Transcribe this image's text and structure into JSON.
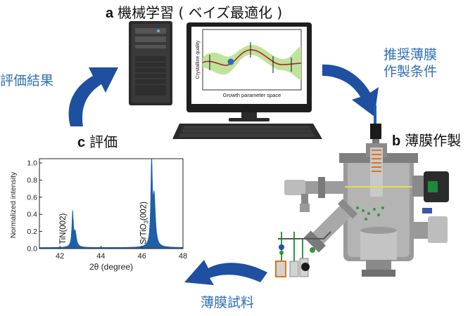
{
  "panels": {
    "a": {
      "letter": "a",
      "title": "機械学習 ( ベイズ最適化 )"
    },
    "b": {
      "letter": "b",
      "title": "薄膜作製"
    },
    "c": {
      "letter": "c",
      "title": "評価"
    }
  },
  "flow_labels": {
    "recommended_line1": "推奨薄膜",
    "recommended_line2": "作製条件",
    "evaluation_result": "評価結果",
    "thin_film_sample": "薄膜試料"
  },
  "monitor_plot": {
    "xlabel": "Growth parameter space",
    "ylabel": "Crystalline quality"
  },
  "chart_data": {
    "type": "line",
    "title": "",
    "xlabel": "2θ (degree)",
    "ylabel": "Normalized intensity",
    "xlim": [
      41,
      48
    ],
    "ylim": [
      0,
      1.05
    ],
    "xticks": [
      42,
      44,
      46,
      48
    ],
    "yticks": [
      0.0,
      0.2,
      0.4,
      0.6,
      0.8,
      1.0
    ],
    "yticklabels": [
      "0.0",
      "0.2",
      "0.4",
      "0.6",
      "0.8",
      "1.0"
    ],
    "annotations": [
      {
        "text": "TiN(002)",
        "x": 42.55
      },
      {
        "text": "SrTiO3(002)",
        "x": 46.47
      }
    ],
    "peaks": [
      {
        "center": 42.62,
        "height": 0.4,
        "shoulder_center": 42.75,
        "shoulder_height": 0.16
      },
      {
        "center": 46.47,
        "height": 1.0,
        "shoulder_center": 46.6,
        "shoulder_height": 0.55
      }
    ],
    "fill_color": "#1f5fa8",
    "grid": false
  },
  "colors": {
    "arrow": "#1e4fa0",
    "label_blue": "#2f6fb7",
    "uncertainty_band": "#bfe39a",
    "gp_mean": "#b0212a",
    "selected_point": "#2a6bc4"
  }
}
